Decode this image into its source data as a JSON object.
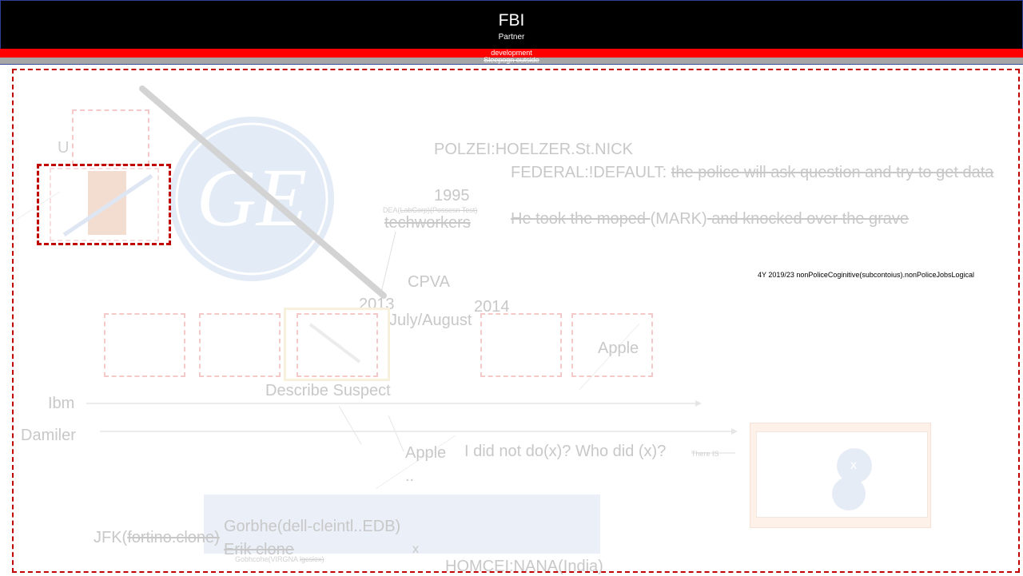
{
  "header": {
    "title": "FBI",
    "subtitle": "Partner",
    "red_band_label": "development",
    "grey_band_label": "Sleepogn outside"
  },
  "canvas": {
    "logo": "GE",
    "labels": {
      "polzei": "POLZEI:HOELZER.St.NICK",
      "federal_prefix": "FEDERAL:!DEFAULT: ",
      "federal_struck": "the police will ask question and try to get data",
      "year_1995": "1995",
      "dea_prefix": "DEA(",
      "dea_struck": "LabCorp)(Possesn Test)",
      "techworkers": "techworkers",
      "moped_struck_1": "He took the moped ",
      "moped_mark": "(MARK)",
      "moped_struck_2": " and knocked over the grave",
      "note_4y": "4Y 2019/23 nonPoliceCoginitive(subcontoius).nonPoliceJobsLogical",
      "cpva": "CPVA",
      "year_2013": "2013",
      "year_2014": "2014",
      "july_august": "July/August",
      "apple_box": "Apple",
      "ibm": "Ibm",
      "damiler": "Damiler",
      "describe_suspect": "Describe Suspect",
      "apple_lower": "Apple",
      "ellipsis": "..",
      "question": "I did not do(x)? Who did (x)?",
      "there_is": "There IS",
      "jfk_prefix": "JFK(",
      "jfk_struck": "fortino.clone)",
      "gorbhe": "Gorbhe(dell-cleintl..EDB)",
      "erik_clone": "Erik clone",
      "x_mark": "x",
      "gobhcohe": "Gobhcohe(VIRGNA ",
      "gobhcohe_struck": "lgcslex)",
      "homcei": "HOMCEI:NANA(India)",
      "left_glyph": "U",
      "badge_x": "x"
    }
  },
  "colors": {
    "header_bg": "#000000",
    "accent_red": "#ff0000",
    "band_grey": "#a6a6a6",
    "frame_dashed": "#c00000",
    "logo_blue": "#2255aa"
  }
}
